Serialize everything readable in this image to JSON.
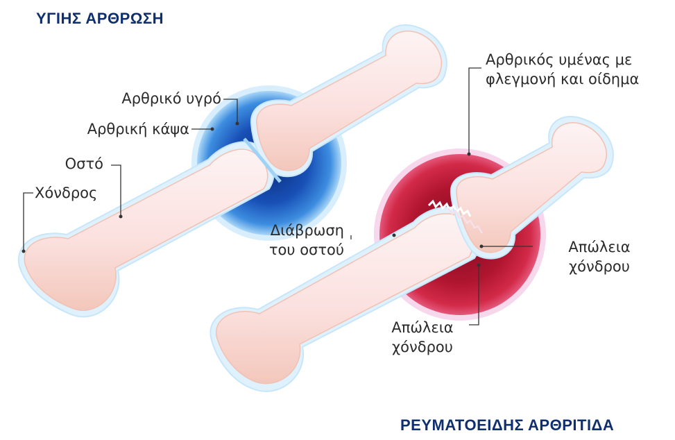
{
  "titles": {
    "healthy": "ΥΓΙΗΣ ΑΡΘΡΩΣΗ",
    "ra": "ΡΕΥΜΑΤΟΕΙΔΗΣ ΑΡΘΡΙΤΙΔΑ"
  },
  "labels_healthy": {
    "synovial_fluid": "Αρθρικό υγρό",
    "joint_capsule": "Αρθρική κάψα",
    "bone": "Οστό",
    "cartilage": "Χόνδρος"
  },
  "labels_ra": {
    "synovium_line1": "Αρθρικός υμένας με",
    "synovium_line2": "φλεγμονή και οίδημα",
    "erosion_line1": "Διάβρωση",
    "erosion_line2": "του οστού",
    "cartilage_loss_right_line1": "Απώλεια",
    "cartilage_loss_right_line2": "χόνδρου",
    "cartilage_loss_bottom_line1": "Απώλεια",
    "cartilage_loss_bottom_line2": "χόνδρου"
  },
  "colors": {
    "title": "#0f2f6e",
    "capsule_blue": "#1f66c8",
    "inflamed_red": "#c8213f",
    "inflamed_halo": "#f2c4e3",
    "bone_fill": "#fbe5e4",
    "bone_edge": "#f2c3b6",
    "cartilage_edge": "#cfe9fb",
    "leader": "#333333"
  }
}
